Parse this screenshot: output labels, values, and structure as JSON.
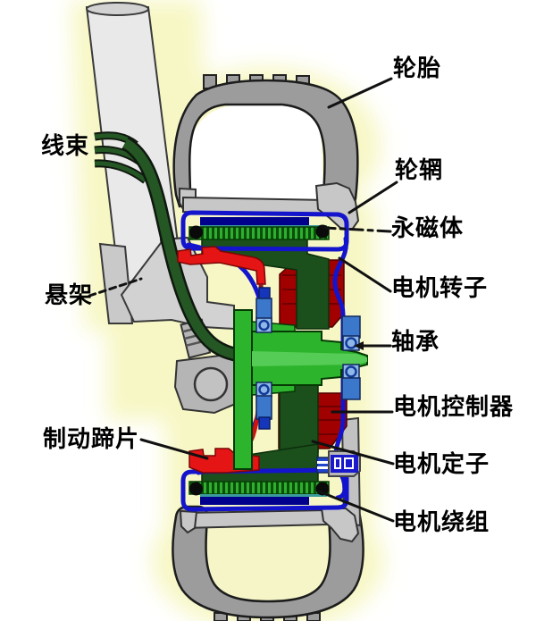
{
  "labels": {
    "harness": "线束",
    "suspension": "悬架",
    "brake_shoe": "制动蹄片",
    "tire": "轮胎",
    "rim": "轮辋",
    "permanent_magnet": "永磁体",
    "motor_rotor": "电机转子",
    "bearing": "轴承",
    "motor_controller": "电机控制器",
    "motor_stator": "电机定子",
    "motor_winding": "电机绕组"
  },
  "colors": {
    "background": "#ffffff",
    "glow": "#f7f7c5",
    "tire_gray": "#9c9c9c",
    "rim_gray": "#c7c7c7",
    "rotor_blue": "#1414cc",
    "magnet_navy": "#00008c",
    "winding_green": "#33b033",
    "stator_green": "#1b4f1b",
    "controller_red": "#a00000",
    "hub_green": "#2db42d",
    "bearing_blue": "#3b78cc",
    "brake_red": "#e51515",
    "harness_green": "#1d4a1d",
    "label_black": "#000000"
  }
}
